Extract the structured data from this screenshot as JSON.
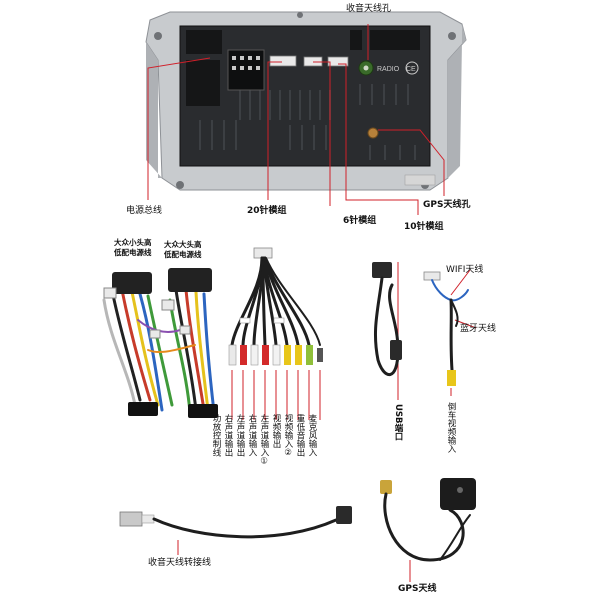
{
  "labels": {
    "radio_antenna_port": "收音天线孔",
    "gps_antenna_port": "GPS天线孔",
    "power_harness": "电源总线",
    "pin20_module": "20针模组",
    "pin6_module": "6针模组",
    "pin10_module": "10针模组",
    "vw_small_harness": "大众小头高\n低配电源线",
    "vw_large_harness": "大众大头高\n低配电源线",
    "wifi_antenna": "WIFI天线",
    "bluetooth_antenna": "蓝牙天线",
    "usb_port": "USB端口",
    "reverse_camera_input": "倒车视频输入",
    "radio_adapter": "收音天线转接线",
    "gps_antenna": "GPS天线"
  },
  "rca_labels": [
    "功放控制线",
    "右声道输出",
    "左声道输出",
    "右声道输入",
    "左声道输入①",
    "视频输出",
    "视频输入②",
    "重低音输出",
    "麦克风输入"
  ],
  "unit_marks": {
    "radio": "RADIO",
    "ce": "CE"
  },
  "colors": {
    "callout_red": "#d0202a",
    "frame": "#b9bcbf",
    "panel": "#26282b",
    "cable": "#1e1e1e"
  }
}
